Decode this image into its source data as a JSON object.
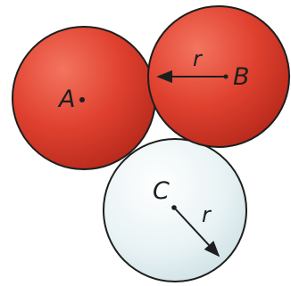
{
  "diagram": {
    "spheres": [
      {
        "label": "A",
        "color": "#e0412f",
        "kind": "red"
      },
      {
        "label": "B",
        "color": "#e0412f",
        "kind": "red"
      },
      {
        "label": "C",
        "color": "#e8f2f4",
        "kind": "white"
      }
    ],
    "radius_labels": {
      "top": "r",
      "bottom": "r"
    },
    "colors": {
      "outline": "#1e1e1e",
      "red_sphere": "#e0412f",
      "white_sphere": "#e8f2f4"
    }
  }
}
